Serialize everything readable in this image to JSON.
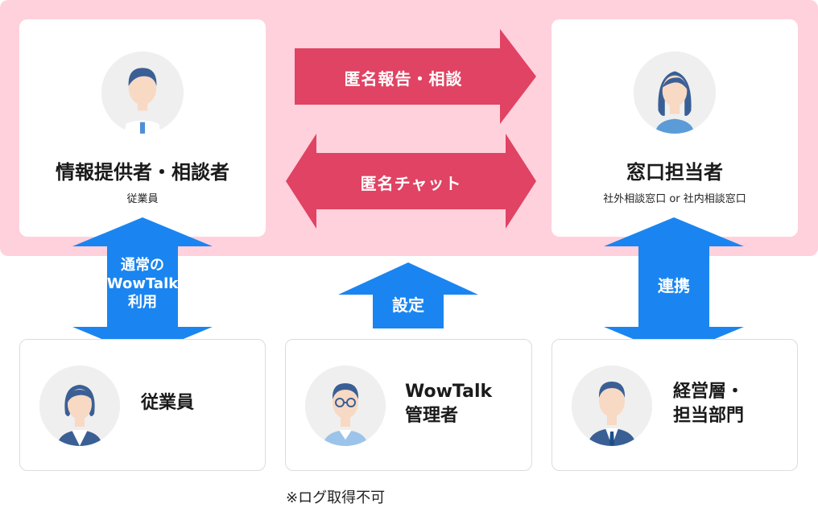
{
  "top_left": {
    "title": "情報提供者・相談者",
    "subtitle": "従業員"
  },
  "top_right": {
    "title": "窓口担当者",
    "subtitle": "社外相談窓口 or 社内相談窓口"
  },
  "arrows": {
    "report": "匿名報告・相談",
    "chat": "匿名チャット",
    "normal_use_line1": "通常の",
    "normal_use_line2": "WowTalk",
    "normal_use_line3": "利用",
    "settings": "設定",
    "coordination": "連携"
  },
  "bottom_left": {
    "label": "従業員"
  },
  "bottom_center": {
    "label_line1": "WowTalk",
    "label_line2": "管理者"
  },
  "bottom_right": {
    "label_line1": "経営層・",
    "label_line2": "担当部門"
  },
  "note": "※ログ取得不可",
  "colors": {
    "band": "#ffd1dc",
    "red_arrow": "#e04363",
    "blue_arrow": "#1a85f0"
  }
}
